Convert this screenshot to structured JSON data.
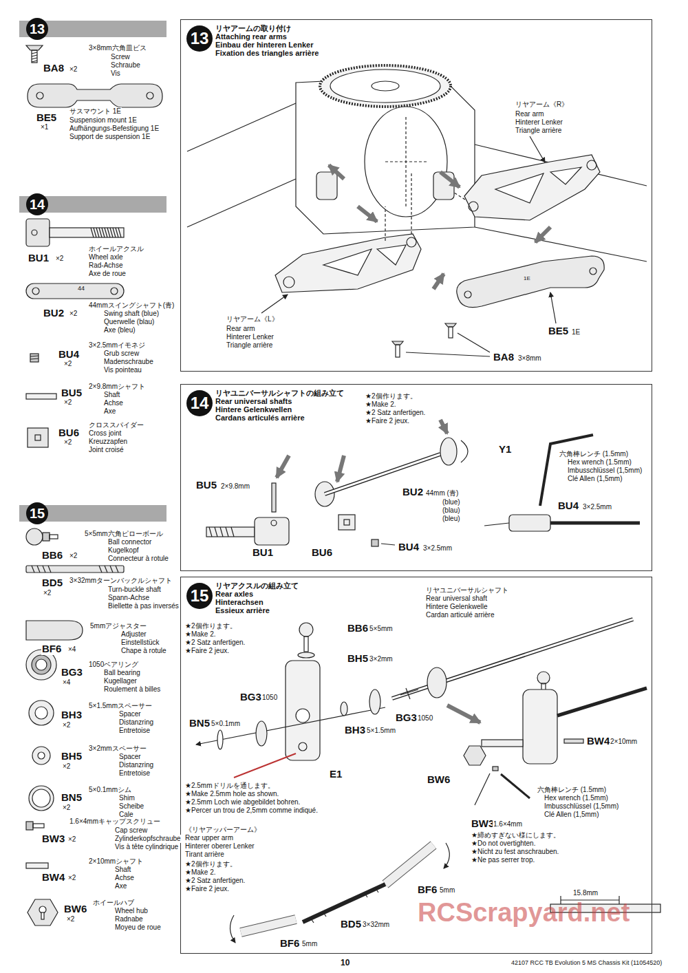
{
  "diagram": {
    "nodes": [
      {
        "text": [
          "13"
        ]
      },
      {
        "text": [
          "13",
          "リヤアームの取り付け",
          "Attaching rear arms",
          "Einbau der hinteren Lenker",
          "Fixation des triangles arrière"
        ]
      },
      {
        "text": [
          "14"
        ]
      },
      {
        "text": [
          "14",
          "リヤユニバーサルシャフトの組み立て",
          "Rear universal shafts",
          "Hintere Gelenkwellen",
          "Cardans articulés arrière"
        ]
      },
      {
        "text": [
          "15"
        ]
      },
      {
        "text": [
          "15",
          "リヤアクスルの組み立て",
          "Rear axles",
          "Hinterachsen",
          "Essieux arrière"
        ]
      }
    ],
    "labels": [
      "3×8mm六角皿ビス",
      "Screw",
      "Schraube",
      "Vis",
      "BA8",
      "×2",
      "BE5",
      "×1",
      "サスマウント 1E",
      "Suspension mount 1E",
      "Aufhängungs-Befestigung 1E",
      "Support de suspension 1E",
      "44",
      "BU1",
      "×2",
      "ホイールアクスル",
      "Wheel axle",
      "Rad-Achse",
      "Axe de roue",
      "BU2",
      "×2",
      "44mmスイングシャフト(青)",
      "Swing shaft (blue)",
      "Querwelle (blau)",
      "Axe (bleu)",
      "BU4",
      "×2",
      "3×2.5mmイモネジ",
      "Grub screw",
      "Madenschraube",
      "Vis pointeau",
      "BU5",
      "×2",
      "2×9.8mmシャフト",
      "Shaft",
      "Achse",
      "Axe",
      "BU6",
      "×2",
      "クロススパイダー",
      "Cross joint",
      "Kreuzzapfen",
      "Joint croisé",
      "BB6",
      "×2",
      "5×5mm六角ピローボール",
      "Ball connector",
      "Kugelkopf",
      "Connecteur à rotule",
      "BD5",
      "×2",
      "3×32mmターンバックルシャフト",
      "Turn-buckle shaft",
      "Spann-Achse",
      "Biellette à pas inversés",
      "BF6",
      "×4",
      "5mmアジャスター",
      "Adjuster",
      "Einstellstück",
      "Chape à rotule",
      "BG3",
      "×4",
      "1050ベアリング",
      "Ball bearing",
      "Kugellager",
      "Roulement à billes",
      "BH3",
      "×2",
      "5×1.5mmスペーサー",
      "Spacer",
      "Distanzring",
      "Entretoise",
      "BH5",
      "×2",
      "3×2mmスペーサー",
      "Spacer",
      "Distanzring",
      "Entretoise",
      "BN5",
      "×2",
      "5×0.1mmシム",
      "Shim",
      "Scheibe",
      "Cale",
      "BW3",
      "×2",
      "1.6×4mmキャップスクリュー",
      "Cap screw",
      "Zylinderkopfschraube",
      "Vis à tête cylindrique",
      "BW4",
      "×2",
      "2×10mmシャフト",
      "Shaft",
      "Achse",
      "Axe",
      "BW6",
      "×2",
      "ホイールハブ",
      "Wheel hub",
      "Radnabe",
      "Moyeu de roue",
      "リヤアーム《R》",
      "Rear arm",
      "Hinterer Lenker",
      "Triangle arrière",
      "リヤアーム《L》",
      "Rear arm",
      "Hinterer Lenker",
      "Triangle arrière",
      "1E",
      "BE5",
      "1E",
      "BA8",
      "3×8mm",
      "★2個作ります。",
      "★Make 2.",
      "★2 Satz anfertigen.",
      "★Faire 2 jeux.",
      "Y1",
      "六角棒レンチ (1.5mm)",
      "Hex wrench (1.5mm)",
      "Imbusschlüssel (1,5mm)",
      "Clé Allen (1,5mm)",
      "BU5",
      "2×9.8mm",
      "BU2",
      "44mm (青)",
      "(blue)",
      "(blau)",
      "(bleu)",
      "BU4",
      "3×2.5mm",
      "BU1",
      "BU6",
      "BU4",
      "3×2.5mm",
      "★2個作ります。",
      "★Make 2.",
      "★2 Satz anfertigen.",
      "★Faire 2 jeux.",
      "リヤユニバーサルシャフト",
      "Rear universal shaft",
      "Hintere Gelenkwelle",
      "Cardan articulé arrière",
      "BB6",
      "5×5mm",
      "BH5",
      "3×2mm",
      "BG3",
      "1050",
      "BG3",
      "1050",
      "BN5",
      "5×0.1mm",
      "BH3",
      "5×1.5mm",
      "E1",
      "★2.5mmドリルを通します。",
      "★Make 2.5mm hole as shown.",
      "★2.5mm Loch wie abgebildet bohren.",
      "★Percer un trou de 2,5mm comme indiqué.",
      "《リヤアッパーアーム》",
      "Rear upper arm",
      "Hinterer oberer Lenker",
      "Tirant arrière",
      "★2個作ります。",
      "★Make 2.",
      "★2 Satz anfertigen.",
      "★Faire 2 jeux.",
      "BW4",
      "2×10mm",
      "BW6",
      "六角棒レンチ (1.5mm)",
      "Hex wrench (1.5mm)",
      "Imbusschlüssel (1,5mm)",
      "Clé Allen (1,5mm)",
      "BW3",
      "1.6×4mm",
      "★締めすぎない様にします。",
      "★Do not overtighten.",
      "★Nicht zu fest anschrauben.",
      "★Ne pas serrer trop.",
      "BF6",
      "5mm",
      "BD5",
      "3×32mm",
      "BF6",
      "5mm",
      "15.8mm",
      "10",
      "42107 RCC TB Evolution 5 MS Chassis Kit (11054520)",
      "RCScrapyard.net"
    ]
  }
}
